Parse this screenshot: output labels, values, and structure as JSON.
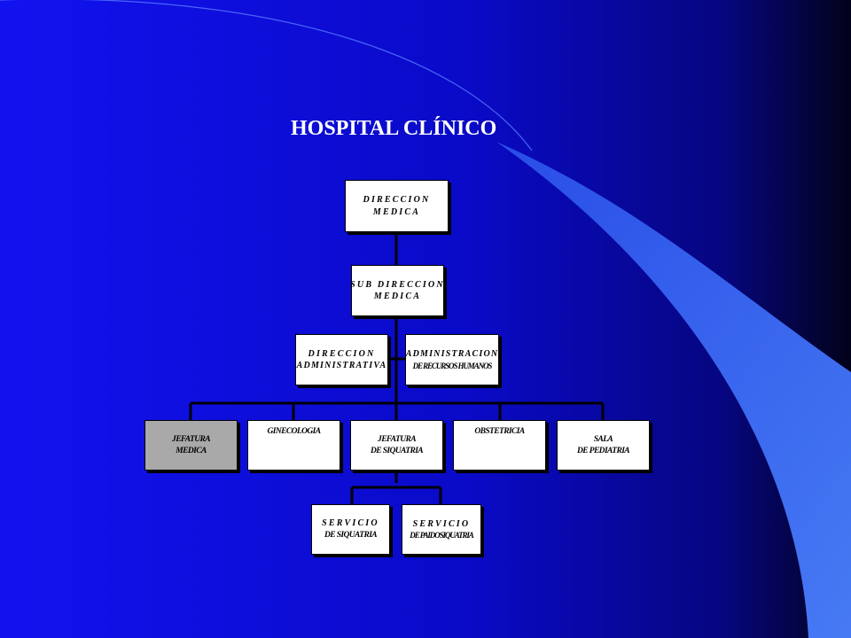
{
  "slide": {
    "title": "HOSPITAL CLÍNICO",
    "colors": {
      "background_left": "#1010ee",
      "background_right": "#000040",
      "swoosh": "#3a6ff5",
      "box_fill": "#ffffff",
      "box_highlight": "#a9a9a9",
      "connector": "#000000"
    }
  },
  "org_chart": {
    "direccion_medica": [
      "DIRECCION",
      "MEDICA"
    ],
    "sub_direccion_medica": [
      "SUB DIRECCION",
      "MEDICA"
    ],
    "direccion_administrativa": [
      "DIRECCION",
      "ADMINISTRATIVA"
    ],
    "administracion_rrhh": [
      "ADMINISTRACION",
      "DE RECURSOS HUMANOS"
    ],
    "jefatura_medica": [
      "JEFATURA",
      "MEDICA"
    ],
    "ginecologia": [
      "GINECOLOGIA"
    ],
    "jefatura_psiquiatria": [
      "JEFATURA",
      "DE SIQUATRIA"
    ],
    "obstetricia": [
      "OBSTETRICIA"
    ],
    "sala_pediatria": [
      "SALA",
      "DE PEDIATRIA"
    ],
    "servicio_siquatria": [
      "SERVICIO",
      "DE SIQUATRIA"
    ],
    "servicio_paidosiquatria": [
      "SERVICIO",
      "DE PAIDOSIQUATRIA"
    ]
  }
}
